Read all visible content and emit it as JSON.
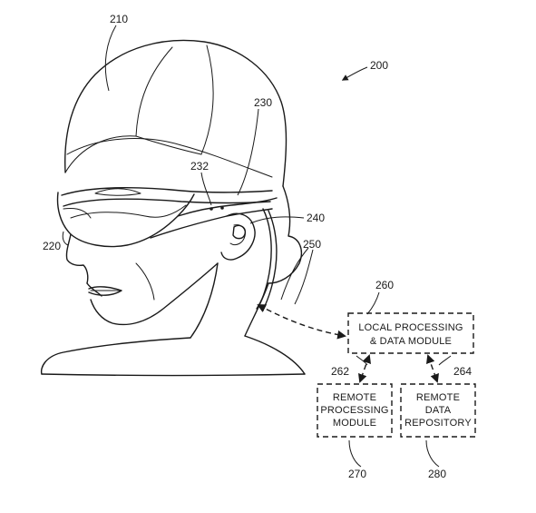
{
  "refs": {
    "system": "200",
    "head": "210",
    "frame": "230",
    "sensor": "232",
    "speaker": "240",
    "display": "220",
    "link": "250",
    "local_module_ref": "260",
    "link_remote_processing": "262",
    "link_remote_data": "264",
    "remote_processing_ref": "270",
    "remote_data_ref": "280"
  },
  "boxes": {
    "local": {
      "line1": "LOCAL PROCESSING",
      "line2": "& DATA MODULE"
    },
    "remote_processing": {
      "line1": "REMOTE",
      "line2": "PROCESSING",
      "line3": "MODULE"
    },
    "remote_data": {
      "line1": "REMOTE",
      "line2": "DATA",
      "line3": "REPOSITORY"
    }
  }
}
